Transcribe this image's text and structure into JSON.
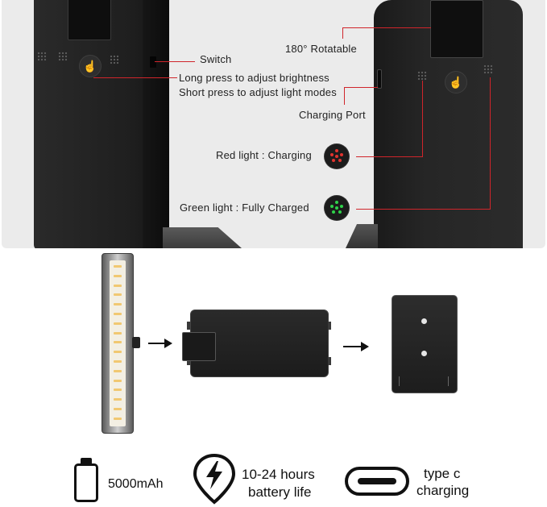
{
  "callouts": {
    "switch": "Switch",
    "brightness": "Long press to adjust brightness",
    "light_modes": "Short press to adjust light modes",
    "rotatable": "180° Rotatable",
    "charging_port": "Charging Port",
    "red_light": "Red light : Charging",
    "green_light": "Green light : Fully Charged"
  },
  "indicator_colors": {
    "callout_line": "#d0252b",
    "charging_led": "#e0342f",
    "charged_led": "#2fd24a"
  },
  "features": {
    "battery": {
      "icon": "battery-icon",
      "text": "5000mAh"
    },
    "life": {
      "icon": "lightning-pin-icon",
      "line1": "10-24 hours",
      "line2": "battery life"
    },
    "port": {
      "icon": "usb-c-port-icon",
      "line1": "type c",
      "line2": "charging"
    }
  }
}
